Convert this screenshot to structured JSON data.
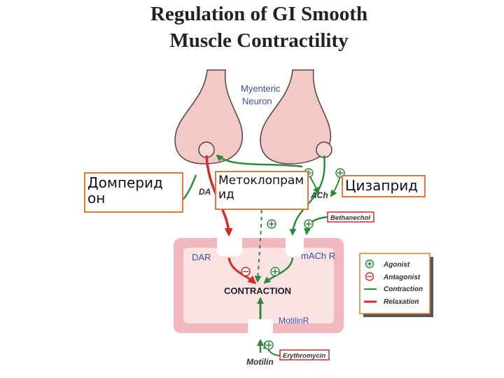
{
  "title": [
    "Regulation of GI Smooth",
    "Muscle Contractility"
  ],
  "neuron_label": [
    "Myenteric",
    "Neuron"
  ],
  "transmitters": {
    "da": "DA",
    "ach": "ACh"
  },
  "receptors": {
    "dar": "DAR",
    "machr": "mACh R",
    "motilinr": "MotilinR"
  },
  "center_label": "CONTRACTION",
  "agents": {
    "motilin": "Motilin",
    "bethanechol": "Bethanechol",
    "erythromycin": "Erythromycin"
  },
  "russian_labels": {
    "domperidone": "Домперид он",
    "metoclopramide": "Метоклопрам ид",
    "cisapride": "Цизаприд"
  },
  "legend": {
    "agonist": "Agonist",
    "antagonist": "Antagonist",
    "contraction": "Contraction",
    "relaxation": "Relaxation"
  },
  "colors": {
    "neuron": "#f2c9c4",
    "neuron_stroke": "#5a4040",
    "muscle": "#f0b8bc",
    "muscle_inner": "#fbe3e4",
    "blue_label": "#3a4fa0",
    "green": "#2e8a3a",
    "red": "#d42a2a",
    "box_border": "#e07a3a"
  }
}
